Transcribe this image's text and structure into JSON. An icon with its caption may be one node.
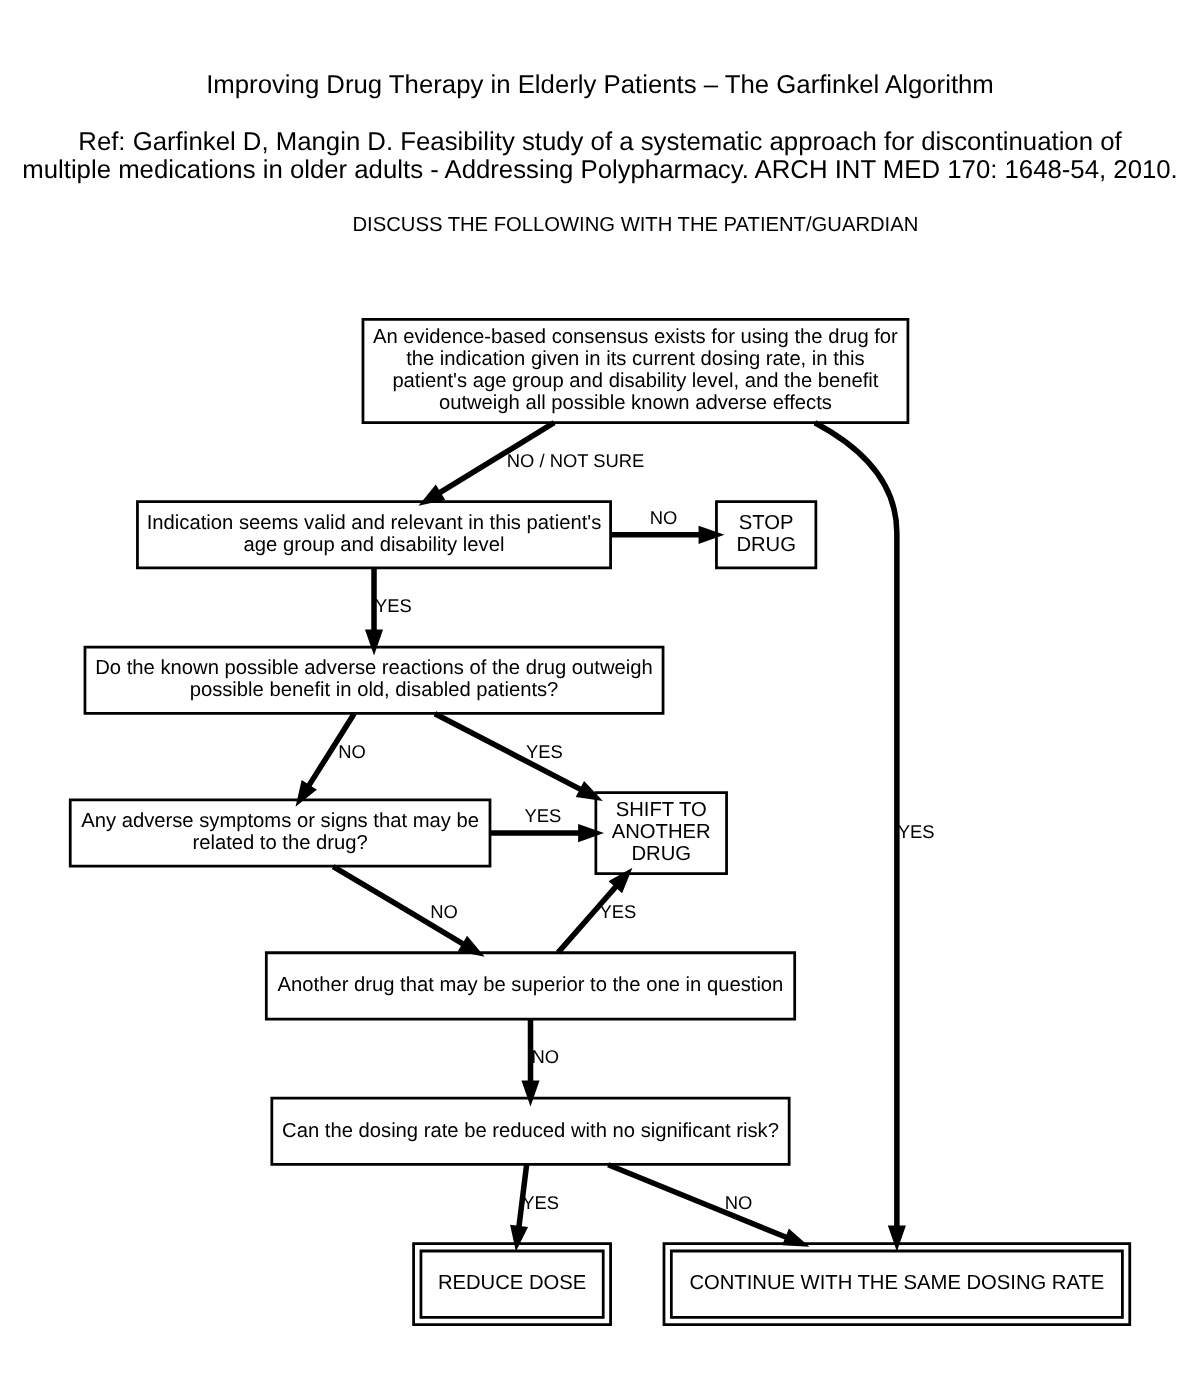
{
  "diagram": {
    "title": "Improving Drug Therapy in Elderly Patients – The Garfinkel Algorithm",
    "caption": "Ref: Garfinkel D, Mangin D. Feasibility study of a systematic approach for discontinuation of multiple medications in older adults - Addressing Polypharmacy. ARCH INT MED 170: 1648-54, 2010.",
    "nodes": [
      {
        "text": [
          "An evidence-based consensus exists for using the drug for the indication given in its current dosing rate, in this patient's age group and disability level, and the benefit outweigh all possible known adverse effects"
        ]
      },
      {
        "text": [
          "Indication seems valid and relevant in this patient's age group and disability level"
        ]
      },
      {
        "text": [
          "STOP DRUG"
        ]
      },
      {
        "text": [
          "Do the known possible adverse reactions of the drug outweigh possible benefit in old, disabled patients?"
        ]
      },
      {
        "text": [
          "SHIFT TO ANOTHER DRUG"
        ]
      },
      {
        "text": [
          "Any adverse symptoms or signs that may be related to the drug?"
        ]
      },
      {
        "text": [
          "Another drug that may be superior to the one in question"
        ]
      },
      {
        "text": [
          "Can the dosing rate be reduced with no significant risk?"
        ]
      },
      {
        "text": [
          "CONTINUE WITH THE SAME DOSING RATE"
        ]
      },
      {
        "text": [
          "REDUCE DOSE"
        ]
      }
    ],
    "edges": [
      {
        "from": 0,
        "to": 8,
        "arrow": "to",
        "label": "YES"
      },
      {
        "from": 0,
        "to": 1,
        "arrow": "to",
        "label": "NO / NOT SURE"
      },
      {
        "from": 1,
        "to": 2,
        "arrow": "to",
        "label": "NO"
      },
      {
        "from": 1,
        "to": 3,
        "arrow": "to",
        "label": "YES"
      },
      {
        "from": 3,
        "to": 4,
        "arrow": "to",
        "label": "YES"
      },
      {
        "from": 3,
        "to": 5,
        "arrow": "to",
        "label": "NO"
      },
      {
        "from": 5,
        "to": 4,
        "arrow": "to",
        "label": "YES"
      },
      {
        "from": 5,
        "to": 6,
        "arrow": "to",
        "label": "NO"
      },
      {
        "from": 6,
        "to": 4,
        "arrow": "to",
        "label": "YES"
      },
      {
        "from": 6,
        "to": 7,
        "arrow": "to",
        "label": "NO"
      },
      {
        "from": 7,
        "to": 8,
        "arrow": "to",
        "label": "NO"
      },
      {
        "from": 7,
        "to": 9,
        "arrow": "to",
        "label": "YES"
      }
    ],
    "labels": [
      "DISCUSS THE FOLLOWING WITH THE PATIENT/GUARDIAN"
    ]
  }
}
